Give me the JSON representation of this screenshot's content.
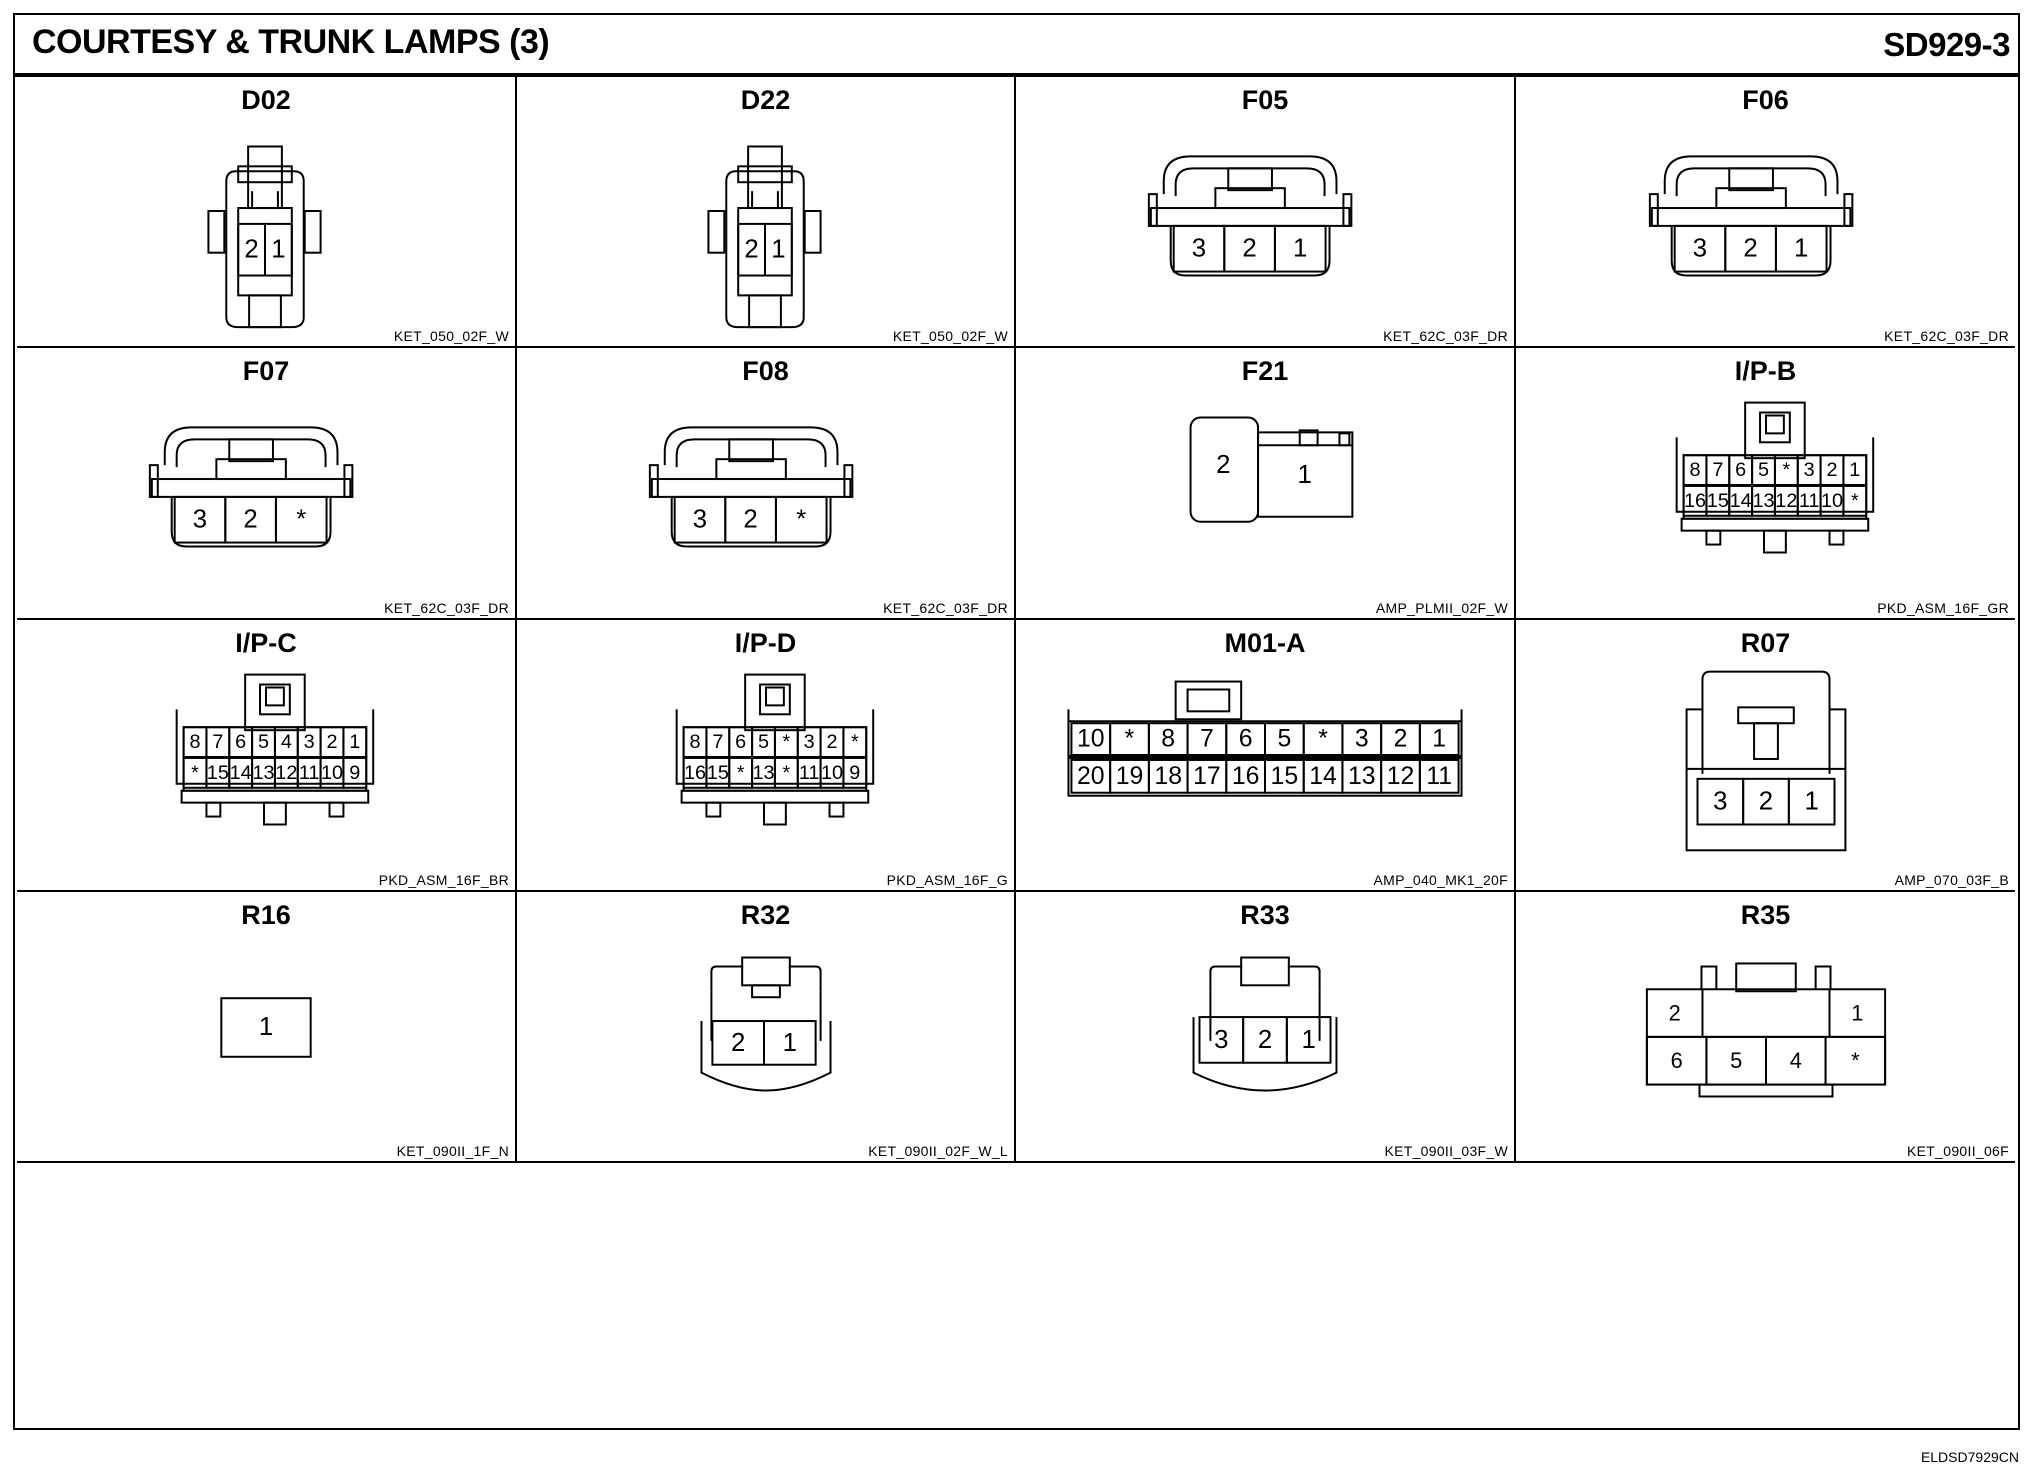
{
  "title": "COURTESY & TRUNK LAMPS (3)",
  "code": "SD929-3",
  "footer_ref": "ELDSD7929CN",
  "connectors": [
    {
      "name": "D02",
      "ref": "KET_050_02F_W",
      "pins": [
        "2",
        "1"
      ]
    },
    {
      "name": "D22",
      "ref": "KET_050_02F_W",
      "pins": [
        "2",
        "1"
      ]
    },
    {
      "name": "F05",
      "ref": "KET_62C_03F_DR",
      "pins": [
        "3",
        "2",
        "1"
      ]
    },
    {
      "name": "F06",
      "ref": "KET_62C_03F_DR",
      "pins": [
        "3",
        "2",
        "1"
      ]
    },
    {
      "name": "F07",
      "ref": "KET_62C_03F_DR",
      "pins": [
        "3",
        "2",
        "*"
      ]
    },
    {
      "name": "F08",
      "ref": "KET_62C_03F_DR",
      "pins": [
        "3",
        "2",
        "*"
      ]
    },
    {
      "name": "F21",
      "ref": "AMP_PLMII_02F_W",
      "pins": [
        "2",
        "1"
      ]
    },
    {
      "name": "I/P-B",
      "ref": "PKD_ASM_16F_GR",
      "rows": [
        [
          "8",
          "7",
          "6",
          "5",
          "*",
          "3",
          "2",
          "1"
        ],
        [
          "16",
          "15",
          "14",
          "13",
          "12",
          "11",
          "10",
          "*"
        ]
      ]
    },
    {
      "name": "I/P-C",
      "ref": "PKD_ASM_16F_BR",
      "rows": [
        [
          "8",
          "7",
          "6",
          "5",
          "4",
          "3",
          "2",
          "1"
        ],
        [
          "*",
          "15",
          "14",
          "13",
          "12",
          "11",
          "10",
          "9"
        ]
      ]
    },
    {
      "name": "I/P-D",
      "ref": "PKD_ASM_16F_G",
      "rows": [
        [
          "8",
          "7",
          "6",
          "5",
          "*",
          "3",
          "2",
          "*"
        ],
        [
          "16",
          "15",
          "*",
          "13",
          "*",
          "11",
          "10",
          "9"
        ]
      ]
    },
    {
      "name": "M01-A",
      "ref": "AMP_040_MK1_20F",
      "rows": [
        [
          "10",
          "*",
          "8",
          "7",
          "6",
          "5",
          "*",
          "3",
          "2",
          "1"
        ],
        [
          "20",
          "19",
          "18",
          "17",
          "16",
          "15",
          "14",
          "13",
          "12",
          "11"
        ]
      ]
    },
    {
      "name": "R07",
      "ref": "AMP_070_03F_B",
      "pins": [
        "3",
        "2",
        "1"
      ]
    },
    {
      "name": "R16",
      "ref": "KET_090II_1F_N",
      "pins": [
        "1"
      ]
    },
    {
      "name": "R32",
      "ref": "KET_090II_02F_W_L",
      "pins": [
        "2",
        "1"
      ]
    },
    {
      "name": "R33",
      "ref": "KET_090II_03F_W",
      "pins": [
        "3",
        "2",
        "1"
      ]
    },
    {
      "name": "R35",
      "ref": "KET_090II_06F",
      "rows": [
        [
          "2",
          "1"
        ],
        [
          "6",
          "5",
          "4",
          "*"
        ]
      ]
    }
  ]
}
